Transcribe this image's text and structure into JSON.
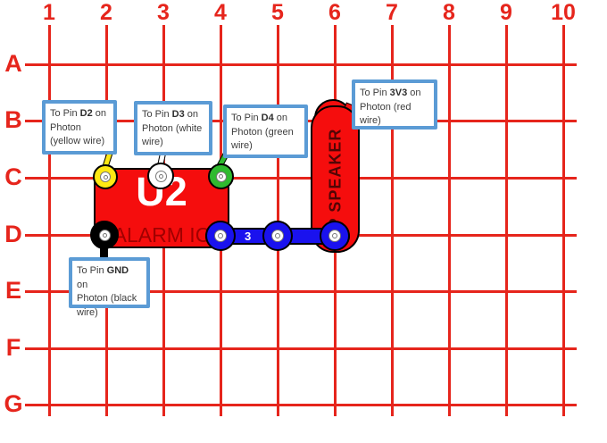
{
  "grid": {
    "columns": [
      "1",
      "2",
      "3",
      "4",
      "5",
      "6",
      "7",
      "8",
      "9",
      "10"
    ],
    "rows": [
      "A",
      "B",
      "C",
      "D",
      "E",
      "F",
      "G"
    ]
  },
  "components": {
    "alarm_ic": {
      "designator": "U2",
      "name": "ALARM IC"
    },
    "speaker": {
      "label": "SP SPEAKER"
    },
    "wire": {
      "snap_count_label": "3"
    }
  },
  "callouts": [
    {
      "pre": "To Pin ",
      "pin": "D2",
      "post": " on\nPhoton\n(yellow wire)"
    },
    {
      "pre": "To Pin ",
      "pin": "D3",
      "post": " on\nPhoton (white\nwire)"
    },
    {
      "pre": "To Pin ",
      "pin": "D4",
      "post": " on\nPhoton (green\nwire)"
    },
    {
      "pre": "To Pin ",
      "pin": "3V3",
      "post": " on\nPhoton (red\nwire)"
    },
    {
      "pre": "To Pin ",
      "pin": "GND",
      "post": " on\nPhoton (black\nwire)"
    }
  ],
  "colors": {
    "grid_red": "#e6251c",
    "component_red": "#f50d0d",
    "alarm_text_red": "#a00000",
    "speaker_text_red": "#520505",
    "wire_blue": "#1a12ee",
    "snap_yellow": "#ffe813",
    "snap_green": "#2fba2f",
    "snap_white": "#ffffff",
    "snap_black": "#000000",
    "callout_border_blue": "#5b9bd5"
  }
}
